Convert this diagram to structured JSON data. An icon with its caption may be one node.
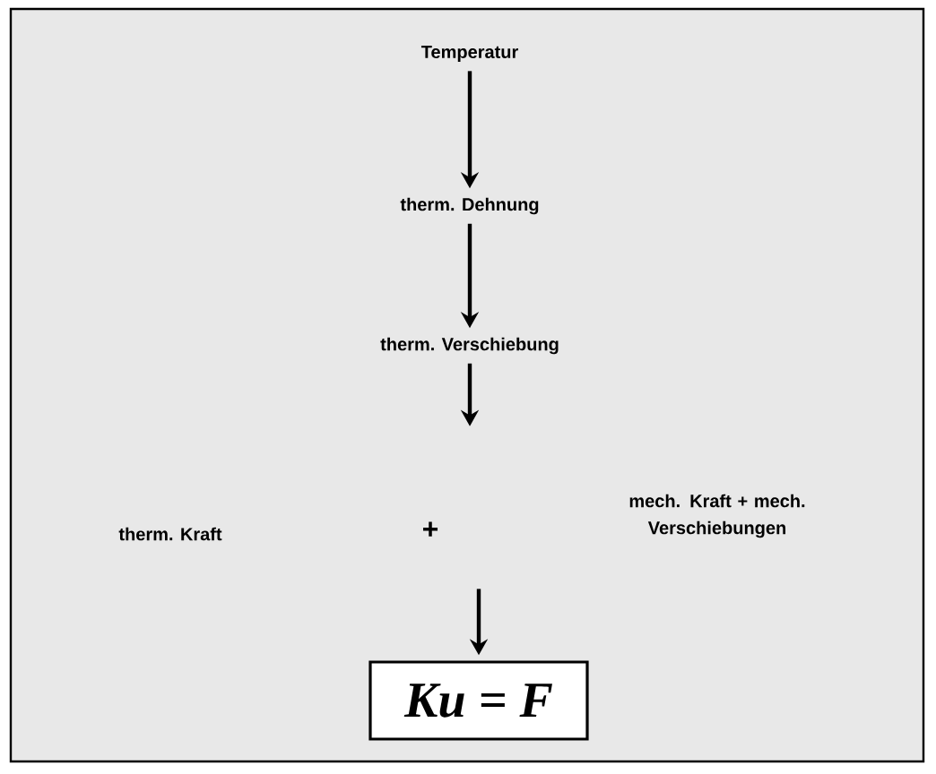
{
  "diagram": {
    "nodes": [
      {
        "text": [
          "Temperatur"
        ]
      },
      {
        "text": [
          "therm. Dehnung"
        ]
      },
      {
        "text": [
          "therm. Verschiebung"
        ]
      },
      {
        "text": [
          "therm. Kraft"
        ]
      },
      {
        "text": [
          "mech. Kraft + mech. Verschiebungen"
        ]
      },
      {
        "text": [
          "Ku = F"
        ]
      }
    ],
    "edges": [
      {
        "from": 0,
        "to": 1,
        "arrow": "to"
      },
      {
        "from": 1,
        "to": 2,
        "arrow": "to"
      },
      {
        "from": 2,
        "to": null,
        "arrow": "to"
      },
      {
        "from": null,
        "to": 5,
        "arrow": "to"
      }
    ],
    "labels": [
      "+"
    ]
  }
}
